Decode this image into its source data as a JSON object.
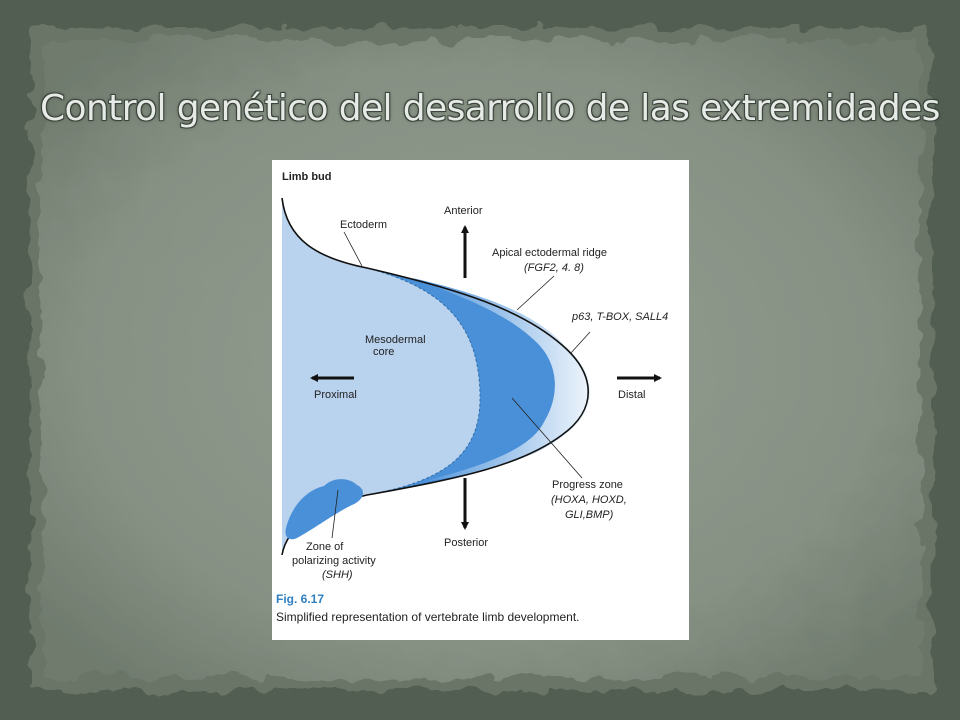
{
  "slide": {
    "title": "Control genético del desarrollo de las extremidades",
    "colors": {
      "background": "#4d5a4d",
      "paper": "#8c968a",
      "title_text": "#e7ebe7"
    }
  },
  "figure": {
    "panel_title": "Limb bud",
    "labels": {
      "ectoderm": "Ectoderm",
      "anterior": "Anterior",
      "aer_name": "Apical ectodermal ridge",
      "aer_genes": "(FGF2, 4. 8)",
      "genes_distal": "p63, T-BOX, SALL4",
      "mesoderm_1": "Mesodermal",
      "mesoderm_2": "core",
      "proximal": "Proximal",
      "distal": "Distal",
      "progress_name": "Progress zone",
      "progress_genes_1": "(HOXA, HOXD,",
      "progress_genes_2": "GLI,BMP)",
      "posterior": "Posterior",
      "zpa_1": "Zone of",
      "zpa_2": "polarizing activity",
      "zpa_3": "(SHH)"
    },
    "fig_number": "Fig. 6.17",
    "caption": "Simplified representation of vertebrate limb development.",
    "colors": {
      "mesoderm": "#b9d2ee",
      "progress_zone": "#4a90d9",
      "aer_light": "#e6f0fb",
      "accent": "#2f7fc1"
    }
  }
}
